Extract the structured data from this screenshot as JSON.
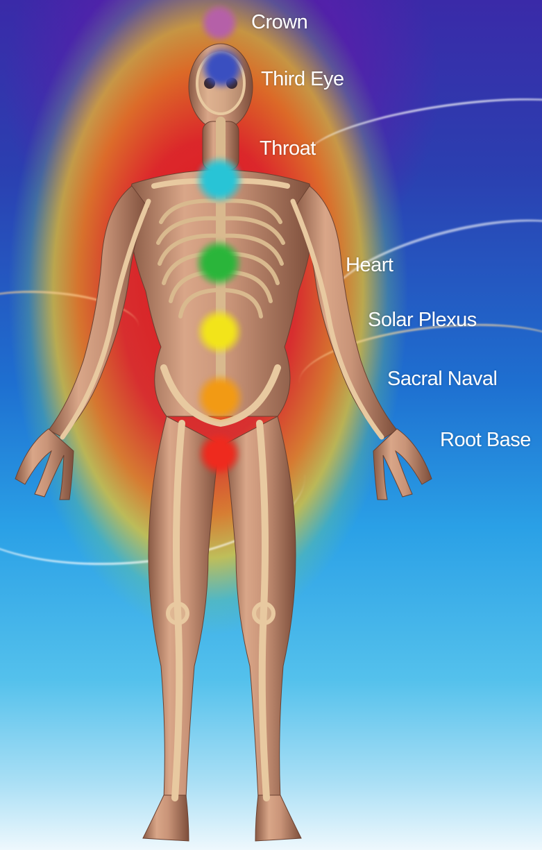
{
  "chakras": [
    {
      "key": "crown",
      "label": "Crown",
      "color": "#b560a8"
    },
    {
      "key": "third_eye",
      "label": "Third Eye",
      "color": "#3a4fc0"
    },
    {
      "key": "throat",
      "label": "Throat",
      "color": "#28c4d6"
    },
    {
      "key": "heart",
      "label": "Heart",
      "color": "#2ab53a"
    },
    {
      "key": "solar_plexus",
      "label": "Solar Plexus",
      "color": "#f2e41a"
    },
    {
      "key": "sacral_naval",
      "label": "Sacral Naval",
      "color": "#f29a14"
    },
    {
      "key": "root_base",
      "label": "Root Base",
      "color": "#ee2a1e"
    }
  ],
  "colors": {
    "skin": "#c99478",
    "skin_shadow": "#8a5a45",
    "bone": "#e8c9a0",
    "bone_shadow": "#9c7a55"
  }
}
